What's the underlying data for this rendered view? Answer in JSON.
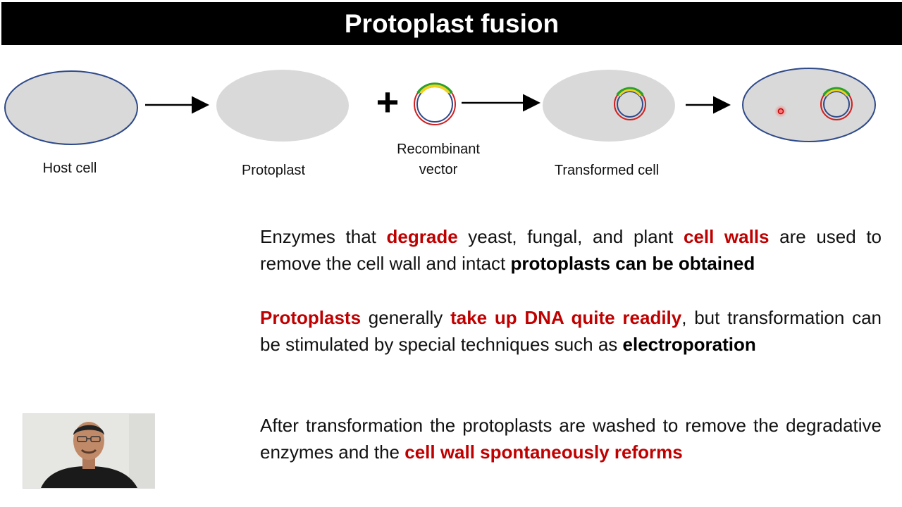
{
  "slide": {
    "title": "Protoplast fusion"
  },
  "diagram": {
    "labels": {
      "host_cell": "Host cell",
      "protoplast": "Protoplast",
      "vector_line1": "Recombinant",
      "vector_line2": "vector",
      "transformed_cell": "Transformed cell"
    },
    "plus_sign": "+",
    "colors": {
      "cell_fill": "#d9d9d9",
      "cell_border": "#2f4a8a",
      "vector_red": "#d22020",
      "vector_blue": "#2f4a8a",
      "insert_green": "#2aa02a",
      "insert_yellow": "#f0d020",
      "arrow": "#000000"
    }
  },
  "paragraphs": {
    "p1": {
      "t1": "Enzymes that ",
      "t2": "degrade",
      "t3": " yeast, fungal, and plant ",
      "t4": "cell walls",
      "t5": " are used to remove the cell wall and intact ",
      "t6": "protoplasts can be obtained"
    },
    "p2": {
      "t1": "Protoplasts",
      "t2": " generally ",
      "t3": "take up DNA quite readily",
      "t4": ", but transformation can be stimulated by special techniques such as ",
      "t5": "electroporation"
    },
    "p3": {
      "t1": "After transformation the protoplasts are washed to remove the degradative enzymes and the ",
      "t2": "cell wall spontaneously reforms"
    }
  },
  "colors": {
    "title_bg": "#000000",
    "title_text": "#ffffff",
    "highlight_red": "#c00000"
  }
}
